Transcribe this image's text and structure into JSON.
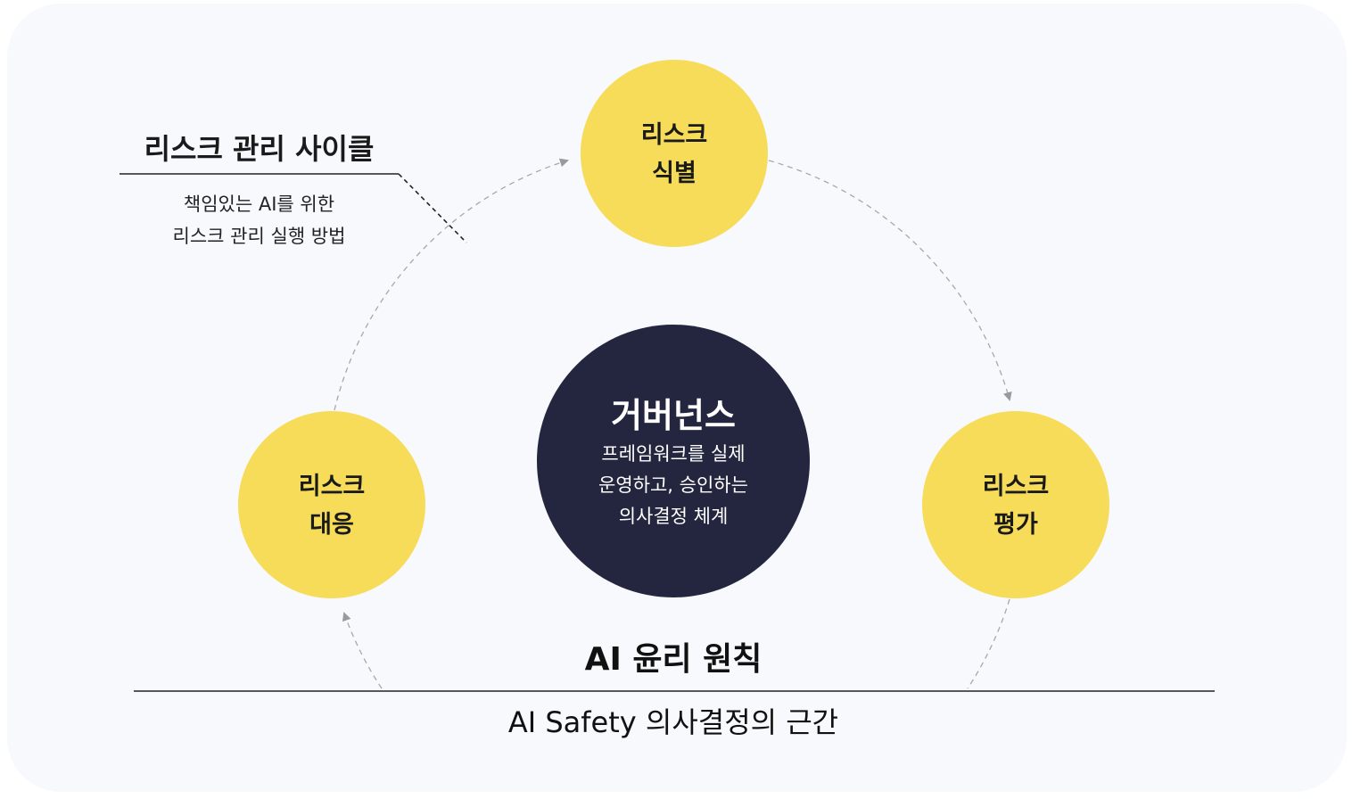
{
  "cycle": {
    "title": "리스크 관리 사이클",
    "subtitle_line1": "책임있는 AI를 위한",
    "subtitle_line2": "리스크 관리 실행 방법"
  },
  "nodes": {
    "identify": {
      "line1": "리스크",
      "line2": "식별"
    },
    "assess": {
      "line1": "리스크",
      "line2": "평가"
    },
    "respond": {
      "line1": "리스크",
      "line2": "대응"
    }
  },
  "governance": {
    "title": "거버넌스",
    "line1": "프레임워크를 실제",
    "line2": "운영하고, 승인하는",
    "line3": "의사결정 체계"
  },
  "foundation": {
    "title": "AI 윤리 원칙",
    "subtitle": "AI Safety 의사결정의 근간"
  },
  "colors": {
    "yellow": "#f7dc5a",
    "navy": "#24263f",
    "background": "#f7f9fd"
  }
}
